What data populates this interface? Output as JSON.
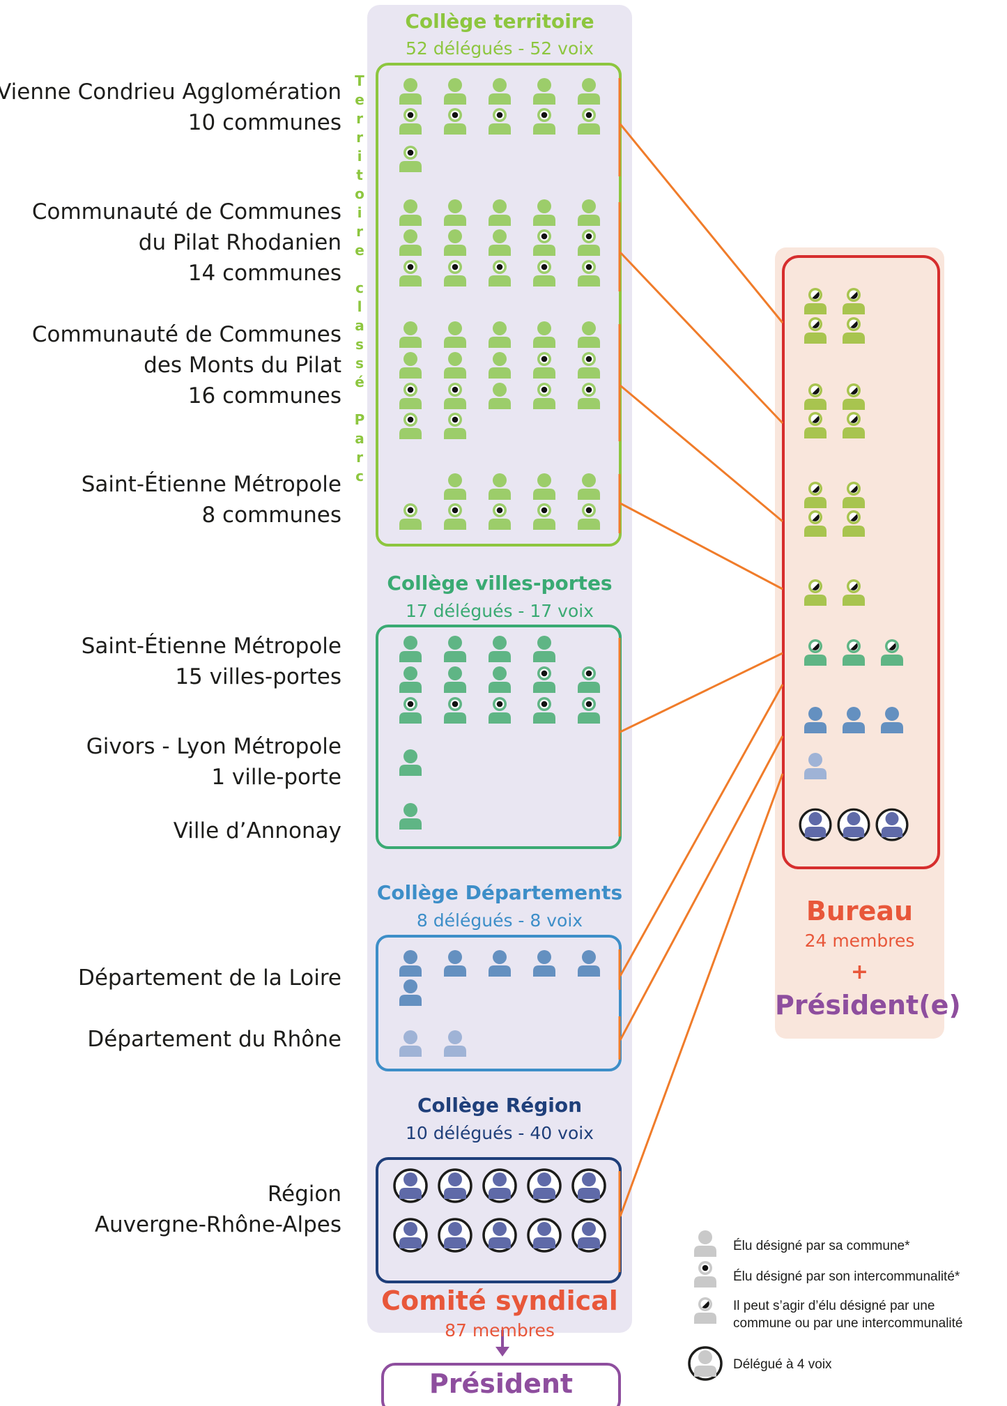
{
  "colors": {
    "territoire": "#8dc63f",
    "territoire_person": "#9ccd6a",
    "villes": "#3aaa73",
    "villes_person": "#5fb585",
    "departements": "#3d8ec8",
    "dept_person": "#6490c0",
    "dept_person_light": "#9fb3d6",
    "region": "#1f3f7a",
    "region_person": "#5f6aa8",
    "bureau": "#d62e2e",
    "bureau_title": "#e8573a",
    "president": "#8e4e9e",
    "line": "#f07c2a",
    "panel": "#e9e6f2",
    "bureau_panel": "#f9e6dc"
  },
  "legend_icons": [
    "person-icon",
    "person-black-dot-icon",
    "person-half-dot-icon",
    "person-circled-icon"
  ],
  "colleges": {
    "territoire": {
      "title": "Collège territoire",
      "sub": "52 délégués - 52 voix"
    },
    "villes": {
      "title": "Collège villes-portes",
      "sub": "17 délégués - 17 voix"
    },
    "departements": {
      "title": "Collège Départements",
      "sub": "8 délégués - 8 voix"
    },
    "region": {
      "title": "Collège Région",
      "sub": "10 délégués - 40 voix"
    }
  },
  "vertical_label": [
    "T",
    "e",
    "r",
    "r",
    "i",
    "t",
    "o",
    "i",
    "r",
    "e",
    "",
    "c",
    "l",
    "a",
    "s",
    "s",
    "é",
    "",
    "P",
    "a",
    "r",
    "c"
  ],
  "labels": {
    "vienne_1": "Vienne Condrieu Agglomération",
    "vienne_2": "10 communes",
    "pilat_rh_1": "Communauté de Communes",
    "pilat_rh_2": "du Pilat Rhodanien",
    "pilat_rh_3": "14 communes",
    "monts_1": "Communauté de Communes",
    "monts_2": "des Monts du Pilat",
    "monts_3": "16 communes",
    "ste_1": "Saint-Étienne Métropole",
    "ste_2": "8 communes",
    "ste_vp_1": "Saint-Étienne Métropole",
    "ste_vp_2": "15 villes-portes",
    "givors_1": "Givors - Lyon Métropole",
    "givors_2": "1 ville-porte",
    "annonay": "Ville d’Annonay",
    "loire": "Département de la Loire",
    "rhone": "Département du Rhône",
    "region_1": "Région",
    "region_2": "Auvergne-Rhône-Alpes"
  },
  "comite": {
    "title": "Comité syndical",
    "sub": "87 membres"
  },
  "president": "Président",
  "bureau": {
    "title": "Bureau",
    "sub": "24 membres",
    "plus": "+",
    "president": "Président(e)"
  },
  "legend": {
    "commune": "Élu désigné par sa commune*",
    "interco": "Élu désigné par son intercommunalité*",
    "either_1": "Il peut s’agir d’élu désigné par une",
    "either_2": "commune ou par une intercommunalité",
    "voix4": "Délégué à 4 voix"
  }
}
